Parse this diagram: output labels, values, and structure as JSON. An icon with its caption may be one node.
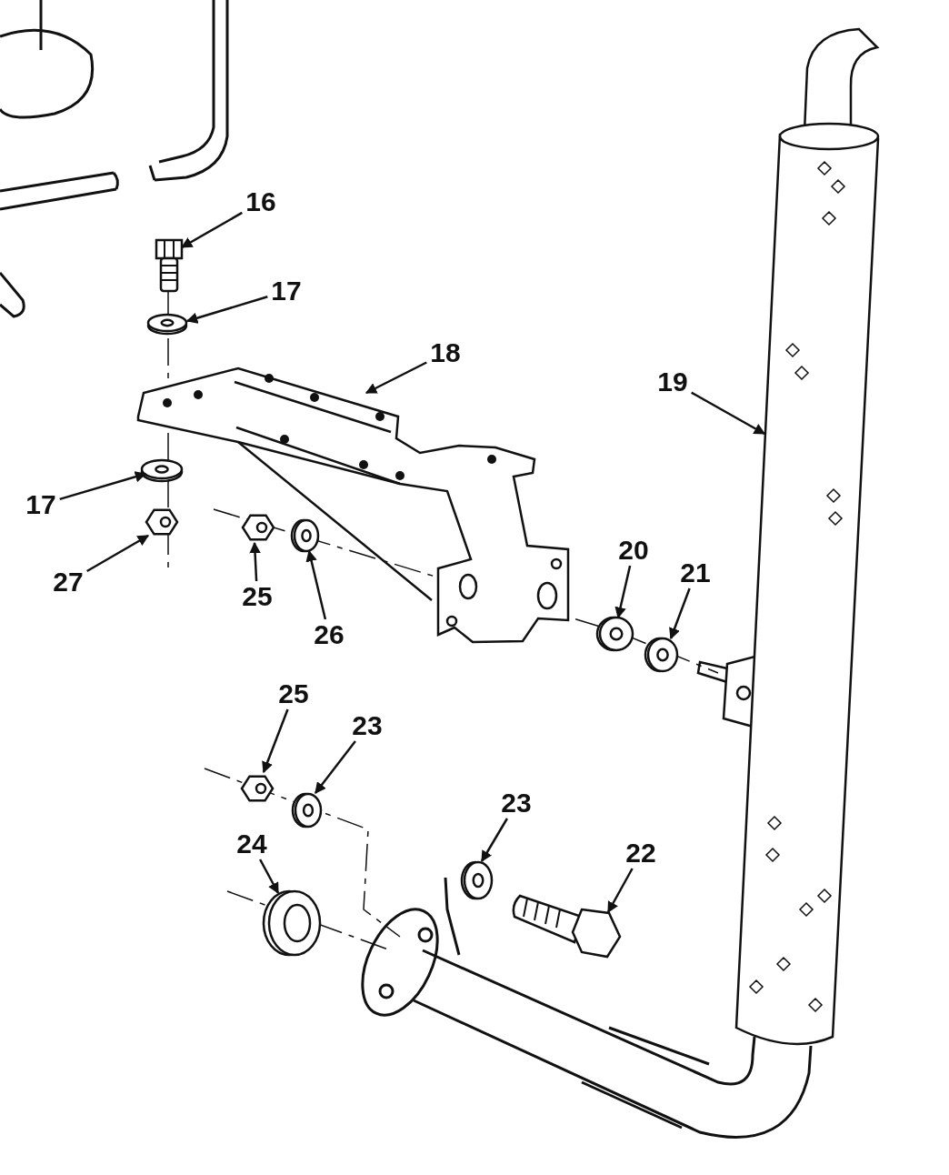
{
  "diagram": {
    "nodes": [
      {
        "text": [
          "16"
        ]
      },
      {
        "text": [],
        "shape": "picture"
      },
      {
        "text": [
          "17"
        ]
      },
      {
        "text": [],
        "shape": "picture"
      },
      {
        "text": [
          "18"
        ]
      },
      {
        "text": [],
        "shape": "picture"
      },
      {
        "text": [
          "19"
        ]
      },
      {
        "text": [],
        "shape": "picture"
      },
      {
        "text": [
          "17"
        ]
      },
      {
        "text": [],
        "shape": "picture"
      },
      {
        "text": [
          "27"
        ]
      },
      {
        "text": [],
        "shape": "picture"
      },
      {
        "text": [
          "25"
        ]
      },
      {
        "text": [],
        "shape": "picture"
      },
      {
        "text": [
          "26"
        ]
      },
      {
        "text": [],
        "shape": "picture"
      },
      {
        "text": [
          "20"
        ]
      },
      {
        "text": [],
        "shape": "picture"
      },
      {
        "text": [
          "21"
        ]
      },
      {
        "text": [],
        "shape": "picture"
      },
      {
        "text": [
          "25"
        ]
      },
      {
        "text": [],
        "shape": "picture"
      },
      {
        "text": [
          "23"
        ]
      },
      {
        "text": [],
        "shape": "picture"
      },
      {
        "text": [
          "24"
        ]
      },
      {
        "text": [],
        "shape": "picture"
      },
      {
        "text": [
          "23"
        ]
      },
      {
        "text": [],
        "shape": "picture"
      },
      {
        "text": [
          "22"
        ]
      },
      {
        "text": [],
        "shape": "picture"
      }
    ],
    "edges": [
      {
        "from": 0,
        "to": 1,
        "arrow": "to"
      },
      {
        "from": 2,
        "to": 3,
        "arrow": "to"
      },
      {
        "from": 4,
        "to": 5,
        "arrow": "to"
      },
      {
        "from": 6,
        "to": 7,
        "arrow": "to"
      },
      {
        "from": 8,
        "to": 9,
        "arrow": "to"
      },
      {
        "from": 10,
        "to": 11,
        "arrow": "to"
      },
      {
        "from": 12,
        "to": 13,
        "arrow": "to"
      },
      {
        "from": 14,
        "to": 15,
        "arrow": "to"
      },
      {
        "from": 16,
        "to": 17,
        "arrow": "to"
      },
      {
        "from": 18,
        "to": 19,
        "arrow": "to"
      },
      {
        "from": 20,
        "to": 21,
        "arrow": "to"
      },
      {
        "from": 22,
        "to": 23,
        "arrow": "to"
      },
      {
        "from": 24,
        "to": 25,
        "arrow": "to"
      },
      {
        "from": 26,
        "to": 27,
        "arrow": "to"
      },
      {
        "from": 28,
        "to": 29,
        "arrow": "to"
      }
    ]
  }
}
